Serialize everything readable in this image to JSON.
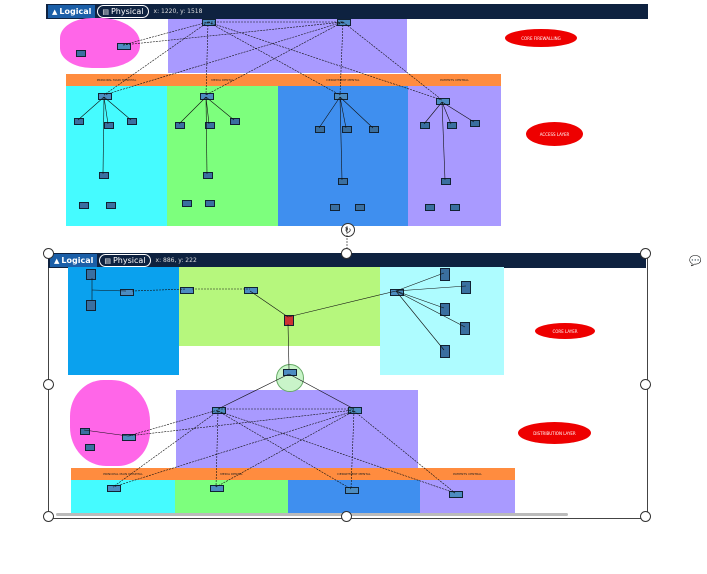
{
  "top_panel": {
    "tab_logical": "Logical",
    "tab_physical": "Physical",
    "coords": "x: 1220, y: 1518",
    "bands": [
      "PRINCIPAL MAIN HOSPITAL",
      "MEDIA DENTAL",
      "DEPARTMENT MENTAL",
      "PATIENTS CENTRAL"
    ],
    "oval_a": "CORE FIREWALLING",
    "oval_b": "ACCESS LAYER"
  },
  "bottom_panel": {
    "tab_logical": "Logical",
    "tab_physical": "Physical",
    "coords": "x: 886, y: 222",
    "bands": [
      "PRINCIPAL MAIN HOSPITAL",
      "MEDIA DENTAL",
      "DEPARTMENT MENTAL",
      "PATIENTS CENTRAL"
    ],
    "oval_a": "CORE LAYER",
    "oval_b": "DISTRIBUTION LAYER"
  },
  "colors": {
    "bar": "#0e2240",
    "cyan": "#45fbff",
    "green": "#7dff7d",
    "blue": "#3f8fef",
    "purple": "#a99aff",
    "pink": "#ff66e8",
    "orange": "#ff8c3f",
    "oval": "#ee0000"
  },
  "icons": {
    "tab": "logical-icon",
    "physical": "physical-page-icon",
    "rotate": "rotate-handle-icon",
    "comment": "add-note-icon"
  }
}
